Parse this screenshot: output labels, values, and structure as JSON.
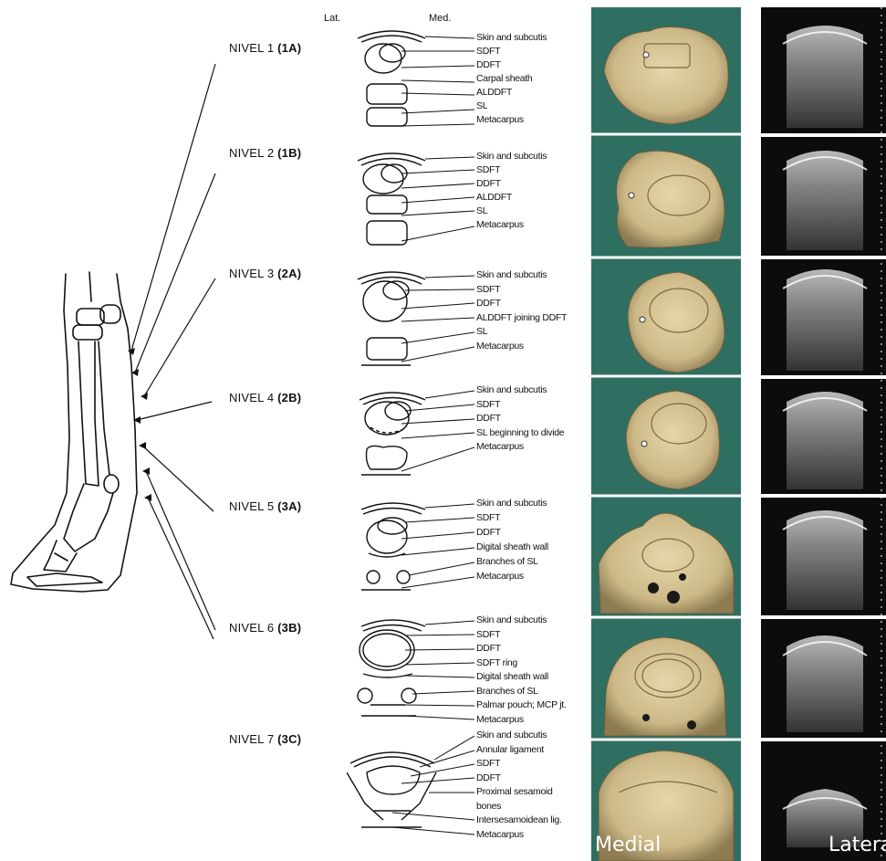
{
  "headers": {
    "lat": "Lat.",
    "med": "Med."
  },
  "levels": [
    {
      "name": "NIVEL 1",
      "code": "(1A)",
      "labels": [
        "Skin and subcutis",
        "SDFT",
        "DDFT",
        "Carpal sheath",
        "ALDDFT",
        "SL",
        "Metacarpus"
      ]
    },
    {
      "name": "NIVEL 2",
      "code": "(1B)",
      "labels": [
        "Skin and subcutis",
        "SDFT",
        "DDFT",
        "ALDDFT",
        "SL",
        "Metacarpus"
      ]
    },
    {
      "name": "NIVEL 3",
      "code": "(2A)",
      "labels": [
        "Skin and subcutis",
        "SDFT",
        "DDFT",
        "ALDDFT joining DDFT",
        "SL",
        "Metacarpus"
      ]
    },
    {
      "name": "NIVEL 4",
      "code": "(2B)",
      "labels": [
        "Skin and subcutis",
        "SDFT",
        "DDFT",
        "SL beginning to divide",
        "Metacarpus"
      ]
    },
    {
      "name": "NIVEL 5",
      "code": "(3A)",
      "labels": [
        "Skin and subcutis",
        "SDFT",
        "DDFT",
        "Digital sheath wall",
        "Branches of SL",
        "Metacarpus"
      ]
    },
    {
      "name": "NIVEL 6",
      "code": "(3B)",
      "labels": [
        "Skin and subcutis",
        "SDFT",
        "DDFT",
        "SDFT ring",
        "Digital sheath wall",
        "Branches of SL",
        "Palmar pouch; MCP jt.",
        "Metacarpus"
      ]
    },
    {
      "name": "NIVEL 7",
      "code": "(3C)",
      "labels": [
        "Skin and subcutis",
        "Annular ligament",
        "SDFT",
        "DDFT",
        "Proximal sesamoid",
        "bones",
        "Intersesamoidean lig.",
        "Metacarpus"
      ]
    }
  ],
  "captions": {
    "medial": "Medial",
    "lateral": "Latera"
  },
  "colors": {
    "photo_bg": "#2f6f62",
    "tissue": "#d9c79a",
    "us_bg": "#0c0c0c",
    "us_tissue": "#9a9a9a"
  }
}
